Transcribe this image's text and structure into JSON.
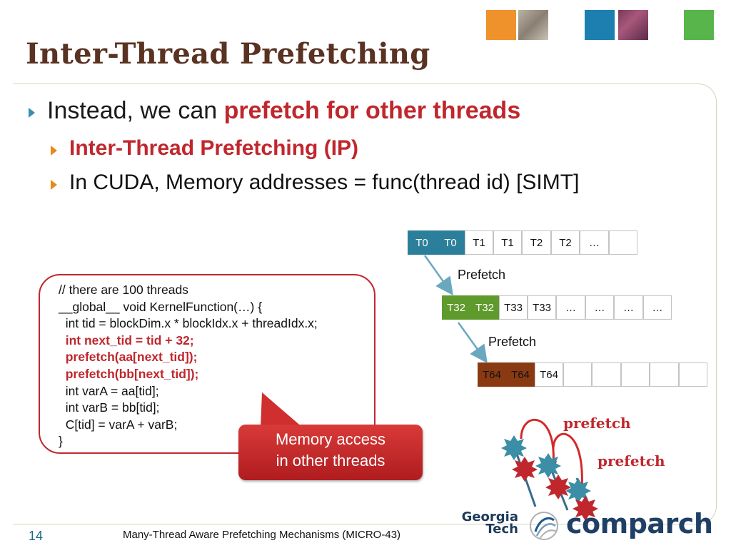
{
  "title": "Inter-Thread Prefetching",
  "bullets": {
    "main_prefix": "Instead, we can ",
    "main_emphasis": "prefetch for other threads",
    "sub1": "Inter-Thread Prefetching (IP)",
    "sub2": "In CUDA, Memory addresses = func(thread id) [SIMT]"
  },
  "thread_rows": [
    {
      "cells": [
        "T0",
        "T0",
        "T1",
        "T1",
        "T2",
        "T2",
        "…",
        ""
      ],
      "highlight_count": 2,
      "color": "#2b7f9a"
    },
    {
      "cells": [
        "T32",
        "T32",
        "T33",
        "T33",
        "…",
        "…",
        "…",
        "…"
      ],
      "highlight_count": 2,
      "color": "#5f9a2c"
    },
    {
      "cells": [
        "T64",
        "T64",
        "T64",
        "",
        "",
        "",
        "",
        ""
      ],
      "highlight_count": 2,
      "color": "#8a3a12"
    }
  ],
  "prefetch_labels": [
    "Prefetch",
    "Prefetch"
  ],
  "code_lines": [
    {
      "text": "// there are 100 threads",
      "emph": false
    },
    {
      "text": "__global__ void KernelFunction(…) {",
      "emph": false
    },
    {
      "text": "  int tid = blockDim.x * blockIdx.x + threadIdx.x;",
      "emph": false
    },
    {
      "text": "  int next_tid = tid + 32;",
      "emph": true
    },
    {
      "text": "  prefetch(aa[next_tid]);",
      "emph": true
    },
    {
      "text": "  prefetch(bb[next_tid]);",
      "emph": true
    },
    {
      "text": "  int varA = aa[tid];",
      "emph": false
    },
    {
      "text": "  int varB = bb[tid];",
      "emph": false
    },
    {
      "text": "  C[tid] = varA + varB;",
      "emph": false
    },
    {
      "text": "}",
      "emph": false
    }
  ],
  "callout": {
    "line1": "Memory access",
    "line2": "in other threads"
  },
  "diagram_labels": [
    "prefetch",
    "prefetch"
  ],
  "logos": {
    "georgia_line1": "Georgia",
    "georgia_line2": "Tech",
    "comparch": "comparch"
  },
  "footer": "Many-Thread Aware Prefetching Mechanisms (MICRO-43)",
  "page_number": "14",
  "colors": {
    "accent_red": "#c0272d",
    "title_brown": "#5a3222",
    "bullet_orange": "#e88a1a",
    "bullet_blue": "#3a8fb0"
  }
}
